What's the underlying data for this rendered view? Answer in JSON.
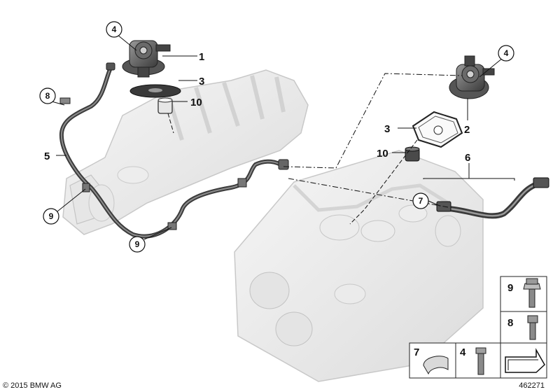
{
  "callouts": {
    "l1": "1",
    "l2": "2",
    "l3a": "3",
    "l3b": "3",
    "l4a": "4",
    "l4b": "4",
    "l5": "5",
    "l6": "6",
    "l7": "7",
    "l8": "8",
    "l9a": "9",
    "l9b": "9",
    "l10a": "10",
    "l10b": "10"
  },
  "legend": {
    "c9": "9",
    "c8": "8",
    "c7": "7",
    "c4": "4"
  },
  "footer": {
    "copyright": "© 2015 BMW AG",
    "diagram_id": "462271"
  }
}
